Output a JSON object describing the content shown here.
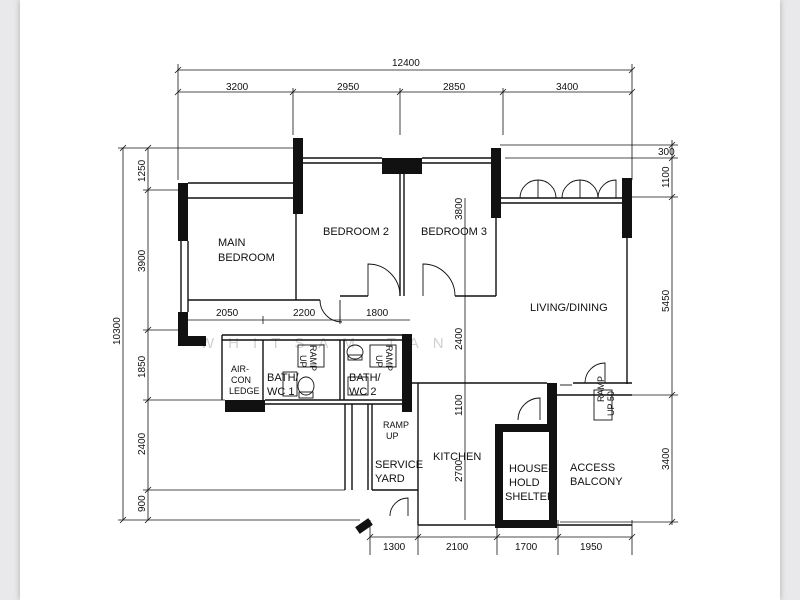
{
  "plan": {
    "dims_top": {
      "total": "12400",
      "segments": [
        "3200",
        "2950",
        "2850",
        "3400"
      ]
    },
    "dims_bottom": [
      "1300",
      "2100",
      "1700",
      "1950"
    ],
    "dims_left": {
      "total": "10300",
      "segments": [
        "1250",
        "3900",
        "1850",
        "2400",
        "900"
      ]
    },
    "dims_right": [
      "300",
      "1100",
      "5450",
      "3400"
    ],
    "dims_inner": {
      "row_a": "2050",
      "row_b": "2200",
      "row_c": "1800",
      "bedroom3_vert": "3800",
      "living_vert": "2400",
      "kitchen_vert_a": "1100",
      "kitchen_vert_b": "2700"
    },
    "rooms": {
      "main_bedroom_1": "MAIN",
      "main_bedroom_2": "BEDROOM",
      "bedroom2": "BEDROOM  2",
      "bedroom3": "BEDROOM  3",
      "living": "LIVING/DINING",
      "aircon_1": "AIR-",
      "aircon_2": "CON",
      "aircon_3": "LEDGE",
      "bath1_1": "BATH/",
      "bath1_2": "WC  1",
      "bath2_1": "BATH/",
      "bath2_2": "WC  2",
      "service_1": "SERVICE",
      "service_2": "YARD",
      "kitchen": "KITCHEN",
      "shelter_1": "HOUSE-",
      "shelter_2": "HOLD",
      "shelter_3": "SHELTER",
      "balcony_1": "ACCESS",
      "balcony_2": "BALCONY"
    },
    "ramps": {
      "r1_a": "RAMP",
      "r1_b": "UP",
      "r2_a": "RAMP",
      "r2_b": "UP",
      "r3_a": "RAMP",
      "r3_b": "UP",
      "r4_a": "RAMP",
      "r4_b": "UP 50"
    },
    "watermark": "WHITSAM TAN"
  }
}
